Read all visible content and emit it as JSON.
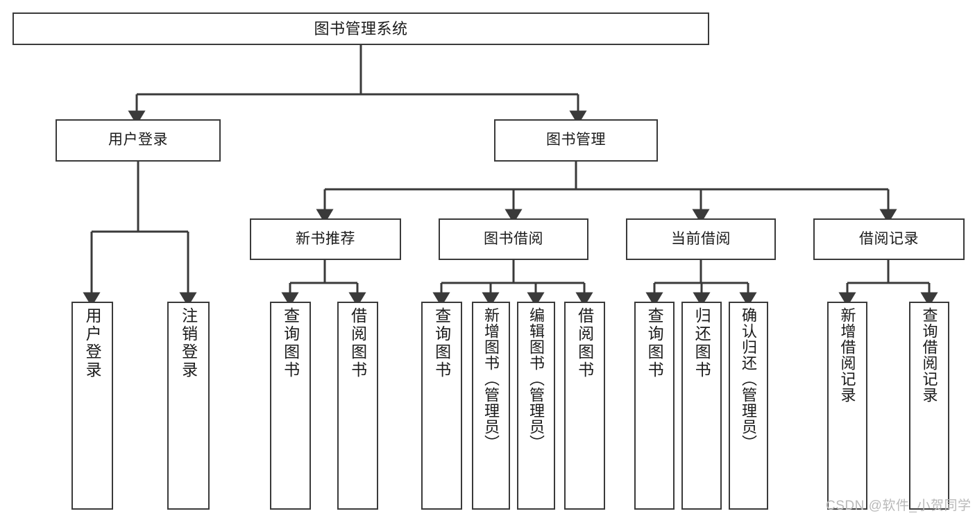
{
  "diagram": {
    "title": "图书管理系统",
    "type": "tree",
    "orientation": "top-down",
    "root": {
      "id": "root",
      "label": "图书管理系统"
    },
    "level2": [
      {
        "id": "user-login",
        "label": "用户登录"
      },
      {
        "id": "book-manage",
        "label": "图书管理"
      }
    ],
    "level3": [
      {
        "id": "new-book-rec",
        "label": "新书推荐",
        "parent": "book-manage"
      },
      {
        "id": "book-borrow",
        "label": "图书借阅",
        "parent": "book-manage"
      },
      {
        "id": "current-borrow",
        "label": "当前借阅",
        "parent": "book-manage"
      },
      {
        "id": "borrow-record",
        "label": "借阅记录",
        "parent": "book-manage"
      }
    ],
    "leaves": [
      {
        "id": "leaf-user-login",
        "label": "用户登录",
        "parent": "user-login"
      },
      {
        "id": "leaf-logout",
        "label": "注销登录",
        "parent": "user-login"
      },
      {
        "id": "leaf-query-book-1",
        "label": "查询图书",
        "parent": "new-book-rec"
      },
      {
        "id": "leaf-borrow-book-1",
        "label": "借阅图书",
        "parent": "new-book-rec"
      },
      {
        "id": "leaf-query-book-2",
        "label": "查询图书",
        "parent": "book-borrow"
      },
      {
        "id": "leaf-add-book",
        "label": "新增图书（管理员）",
        "parent": "book-borrow"
      },
      {
        "id": "leaf-edit-book",
        "label": "编辑图书（管理员）",
        "parent": "book-borrow"
      },
      {
        "id": "leaf-borrow-book-2",
        "label": "借阅图书",
        "parent": "book-borrow"
      },
      {
        "id": "leaf-query-book-3",
        "label": "查询图书",
        "parent": "current-borrow"
      },
      {
        "id": "leaf-return-book",
        "label": "归还图书",
        "parent": "current-borrow"
      },
      {
        "id": "leaf-confirm-return",
        "label": "确认归还（管理员）",
        "parent": "current-borrow"
      },
      {
        "id": "leaf-add-record",
        "label": "新增借阅记录",
        "parent": "borrow-record"
      },
      {
        "id": "leaf-query-record",
        "label": "查询借阅记录",
        "parent": "borrow-record"
      }
    ],
    "colors": {
      "border": "#3a3a3a",
      "background": "#ffffff",
      "text": "#1a1a1a",
      "watermark": "#b9b9b9"
    }
  },
  "watermark": {
    "text": "CSDN @软件_小贺同学"
  }
}
